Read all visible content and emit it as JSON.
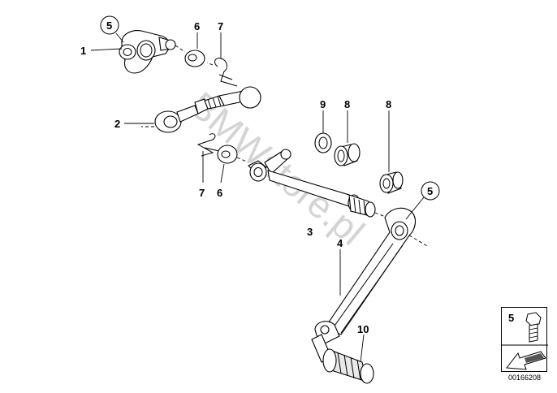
{
  "watermark": "BMWstore.pl",
  "callouts": {
    "c1": "1",
    "c2": "2",
    "c3": "3",
    "c4": "4",
    "c5a": "5",
    "c5b": "5",
    "c6a": "6",
    "c6b": "6",
    "c7a": "7",
    "c7b": "7",
    "c8a": "8",
    "c8b": "8",
    "c9": "9",
    "c10": "10"
  },
  "legend": {
    "item_number": "5"
  },
  "image_id": "00166208",
  "colors": {
    "line": "#000000",
    "watermark": "#d4d4d4",
    "part_fill": "#ffffff"
  }
}
